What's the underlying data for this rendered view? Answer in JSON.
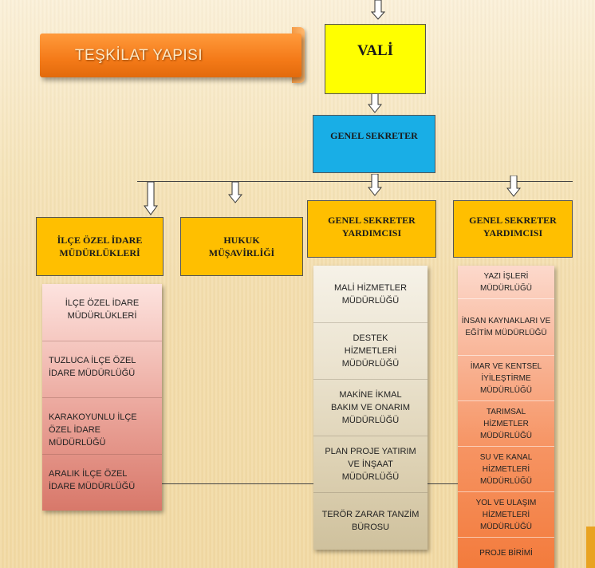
{
  "title": "TEŞKİLAT YAPISI",
  "top": {
    "vali": "VALİ",
    "genel_sekreter": "GENEL SEKRETER"
  },
  "branches": {
    "ilce_ozel_idare": "İLÇE ÖZEL İDARE MÜDÜRLÜKLERİ",
    "hukuk": "HUKUK MÜŞAVİRLİĞİ",
    "gsy_left": "GENEL SEKRETER YARDIMCISI",
    "gsy_right": "GENEL SEKRETER YARDIMCISI"
  },
  "column_ilce": [
    "İLÇE ÖZEL İDARE MÜDÜRLÜKLERİ",
    "TUZLUCA İLÇE ÖZEL İDARE MÜDÜRLÜĞÜ",
    "KARAKOYUNLU İLÇE ÖZEL İDARE MÜDÜRLÜĞÜ",
    "ARALIK İLÇE ÖZEL İDARE MÜDÜRLÜĞÜ"
  ],
  "column_gsy_left": [
    "MALİ HİZMETLER MÜDÜRLÜĞÜ",
    "DESTEK HİZMETLERİ MÜDÜRLÜĞÜ",
    "MAKİNE İKMAL BAKIM VE ONARIM MÜDÜRLÜĞÜ",
    "PLAN PROJE YATIRIM VE İNŞAAT MÜDÜRLÜĞÜ",
    "TERÖR ZARAR TANZİM BÜROSU"
  ],
  "column_gsy_right": [
    "YAZI İŞLERİ MÜDÜRLÜĞÜ",
    "İNSAN KAYNAKLARI VE EĞİTİM MÜDÜRLÜĞÜ",
    "İMAR VE KENTSEL İYİLEŞTİRME MÜDÜRLÜĞÜ",
    "TARIMSAL HİZMETLER MÜDÜRLÜĞÜ",
    "SU VE KANAL HİZMETLERİ MÜDÜRLÜĞÜ",
    "YOL VE ULAŞIM HİZMETLERİ MÜDÜRLÜĞÜ",
    "PROJE BİRİMİ"
  ],
  "colors": {
    "vali": "#ffff00",
    "genel_sekreter": "#19aee6",
    "branch": "#ffbf00",
    "title_banner": "#f47a18"
  }
}
